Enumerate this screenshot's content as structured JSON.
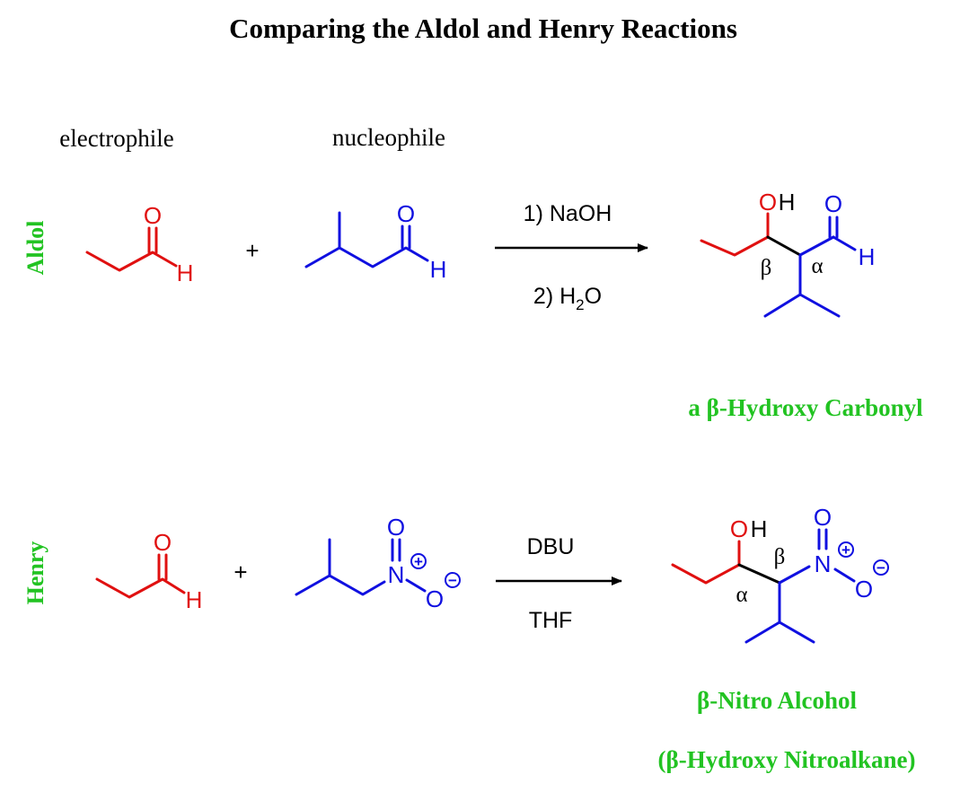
{
  "title": "Comparing the Aldol and Henry Reactions",
  "header_labels": {
    "electrophile": "electrophile",
    "nucleophile": "nucleophile"
  },
  "aldol": {
    "side_label": "Aldol",
    "plus": "+",
    "condition_1": "1) NaOH",
    "condition_2_prefix": "2) H",
    "condition_2_sub": "2",
    "condition_2_suffix": "O",
    "product_label": "a β-Hydroxy Carbonyl",
    "atoms": {
      "oxygen": "O",
      "hydrogen": "H",
      "hydroxyl": "OH"
    },
    "greek": {
      "beta": "β",
      "alpha": "α"
    }
  },
  "henry": {
    "side_label": "Henry",
    "plus": "+",
    "condition_1": "DBU",
    "condition_2": "THF",
    "product_label": "β-Nitro Alcohol",
    "product_label_2": "(β-Hydroxy Nitroalkane)",
    "atoms": {
      "oxygen": "O",
      "hydrogen": "H",
      "nitrogen": "N",
      "hydroxyl": "OH"
    },
    "charges": {
      "positive": "+",
      "negative": "−"
    },
    "greek": {
      "alpha": "α",
      "beta": "β"
    }
  },
  "colors": {
    "electrophile": "#e01010",
    "nucleophile": "#1010e0",
    "labels": "#22c322",
    "bonds": "#000000"
  }
}
